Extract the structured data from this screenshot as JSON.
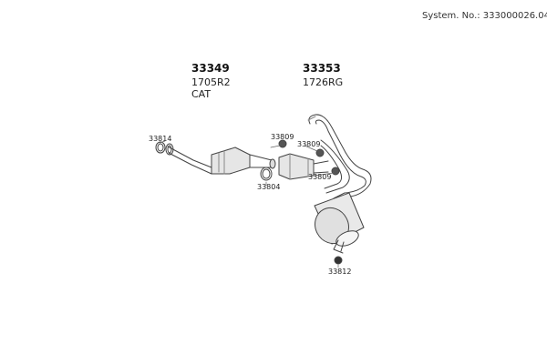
{
  "header": {
    "system_number": "System. No.: 333000026.04"
  },
  "assemblies": [
    {
      "part_no": "33349",
      "code": "1705R2",
      "note": "CAT"
    },
    {
      "part_no": "33353",
      "code": "1726RG"
    }
  ],
  "part_labels": {
    "gasket_left": "33814",
    "clamp_upper": "33809",
    "clamp_middle": "33809",
    "clamp_lower": "33809",
    "gasket_joint": "33804",
    "rubber_mount": "33812"
  }
}
